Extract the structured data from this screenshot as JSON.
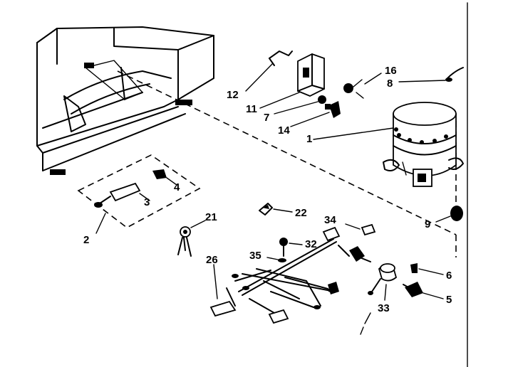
{
  "labels": {
    "l1": "1",
    "l2": "2",
    "l3": "3",
    "l4": "4",
    "l5": "5",
    "l6": "6",
    "l7": "7",
    "l8": "8",
    "l9": "9",
    "l11": "11",
    "l12": "12",
    "l14": "14",
    "l16": "16",
    "l21": "21",
    "l22": "22",
    "l26": "26",
    "l32": "32",
    "l33": "33",
    "l34": "34",
    "l35": "35"
  }
}
